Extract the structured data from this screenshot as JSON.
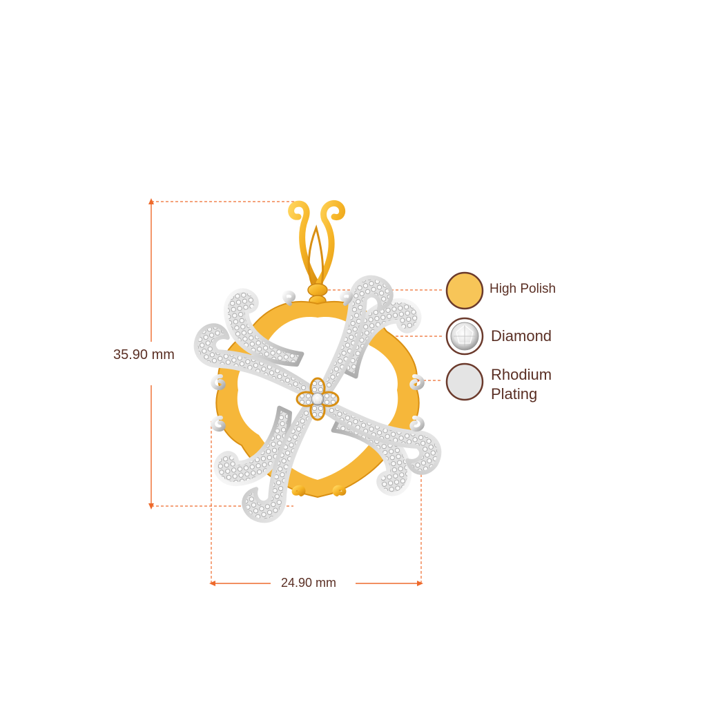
{
  "dimensions": {
    "height": "35.90 mm",
    "width": "24.90 mm"
  },
  "legend": [
    {
      "key": "high_polish",
      "label": "High Polish",
      "swatch_color": "#f7c558"
    },
    {
      "key": "diamond",
      "label": "Diamond",
      "swatch_color": "#e8e8e8"
    },
    {
      "key": "rhodium",
      "label": "Rhodium Plating",
      "swatch_color": "#e4e4e4"
    }
  ],
  "colors": {
    "dimension_line": "#ee6a2c",
    "label_text": "#5a2f24",
    "swatch_border": "#6b3a2c",
    "gold": "#f5b325",
    "gold_dark": "#d98f12",
    "silver": "#e6e6e6",
    "silver_dark": "#b9b9b9"
  },
  "product": {
    "type": "pendant",
    "motif": "floral-scroll"
  }
}
